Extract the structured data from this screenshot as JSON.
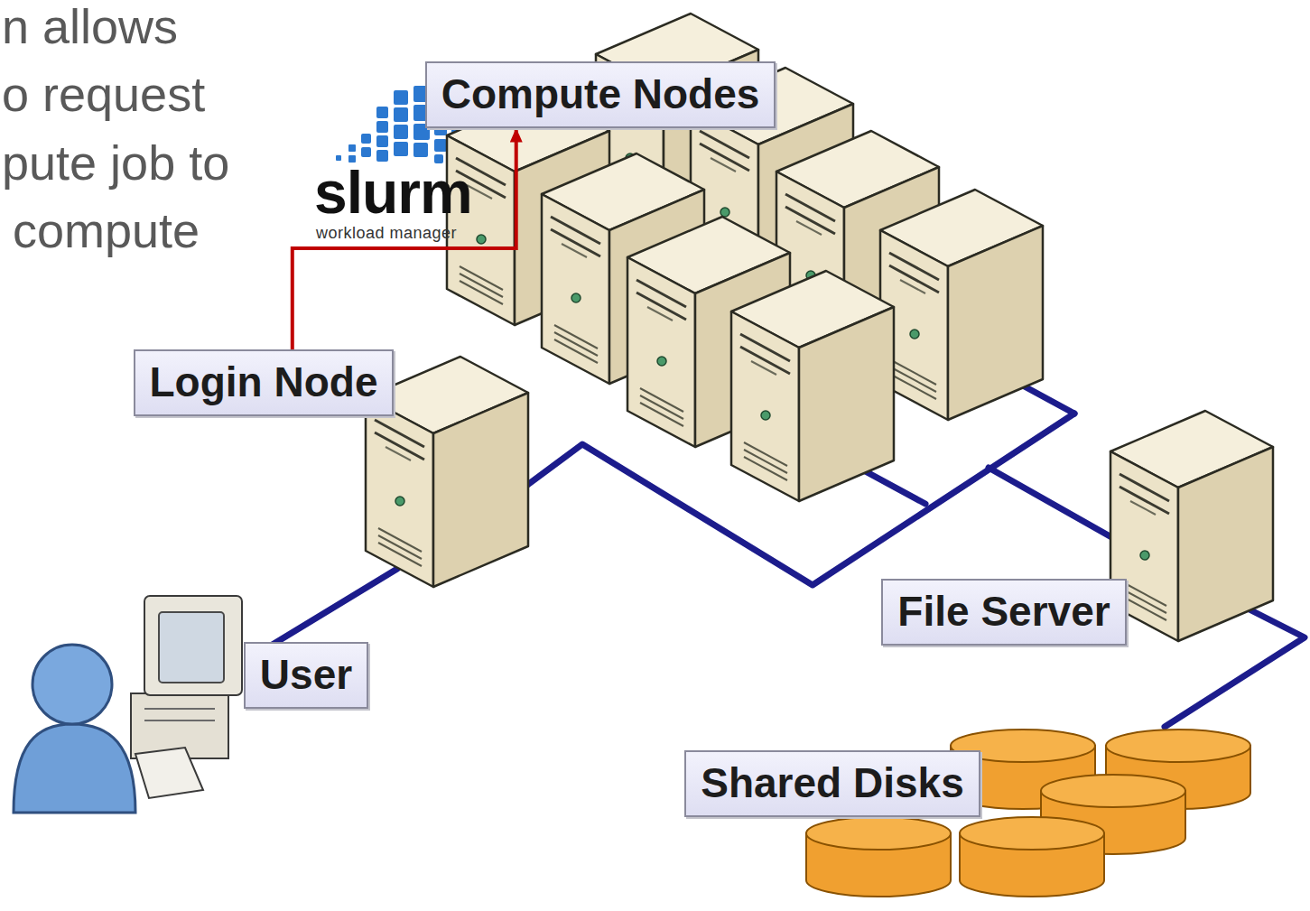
{
  "diagram": {
    "nodes": [
      {
        "text": [
          "Compute Nodes"
        ]
      },
      {
        "text": [
          "Login Node"
        ]
      },
      {
        "text": [
          "File Server"
        ]
      },
      {
        "text": [
          "User"
        ]
      },
      {
        "text": [
          "Shared Disks"
        ]
      }
    ],
    "edges": [
      {
        "from": 1,
        "to": 0,
        "arrow": "to"
      }
    ],
    "labels": [
      "n allows",
      "o request",
      "pute job to",
      "compute",
      "slurm",
      "workload manager"
    ]
  }
}
